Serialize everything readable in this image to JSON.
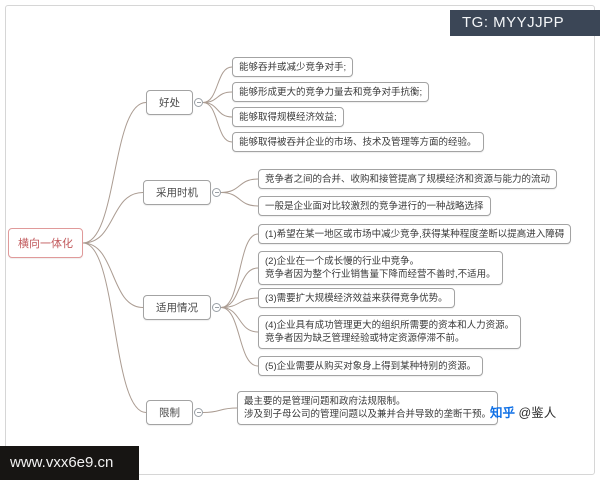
{
  "watermarks": {
    "tg": "TG: MYYJJPP",
    "url": "www.vxx6e9.cn",
    "zhihu_brand": "知乎",
    "zhihu_user": "@鉴人"
  },
  "mindmap": {
    "root": "横向一体化",
    "branches": [
      {
        "label": "好处",
        "leaves": [
          {
            "lines": [
              "能够吞并或减少竞争对手;"
            ]
          },
          {
            "lines": [
              "能够形成更大的竞争力量去和竞争对手抗衡;"
            ]
          },
          {
            "lines": [
              "能够取得规模经济效益;"
            ]
          },
          {
            "lines": [
              "能够取得被吞并企业的市场、技术及管理等方面的经验。"
            ]
          }
        ]
      },
      {
        "label": "采用时机",
        "leaves": [
          {
            "lines": [
              "竞争者之间的合并、收购和接管提高了规模经济和资源与能力的流动"
            ]
          },
          {
            "lines": [
              "一般是企业面对比较激烈的竞争进行的一种战略选择"
            ]
          }
        ]
      },
      {
        "label": "适用情况",
        "leaves": [
          {
            "lines": [
              "(1)希望在某一地区或市场中减少竞争,获得某种程度垄断以提高进入障碍"
            ]
          },
          {
            "lines": [
              "(2)企业在一个成长慢的行业中竞争。",
              "竞争者因为整个行业销售量下降而经营不善时,不适用。"
            ]
          },
          {
            "lines": [
              "(3)需要扩大规模经济效益来获得竞争优势。"
            ]
          },
          {
            "lines": [
              "(4)企业具有成功管理更大的组织所需要的资本和人力资源。",
              "竞争者因为缺乏管理经验或特定资源停滞不前。"
            ]
          },
          {
            "lines": [
              "(5)企业需要从购买对象身上得到某种特别的资源。"
            ]
          }
        ]
      },
      {
        "label": "限制",
        "leaves": [
          {
            "lines": [
              "最主要的是管理问题和政府法规限制。",
              "涉及到子母公司的管理问题以及兼并合并导致的垄断干预。"
            ]
          }
        ]
      }
    ]
  }
}
